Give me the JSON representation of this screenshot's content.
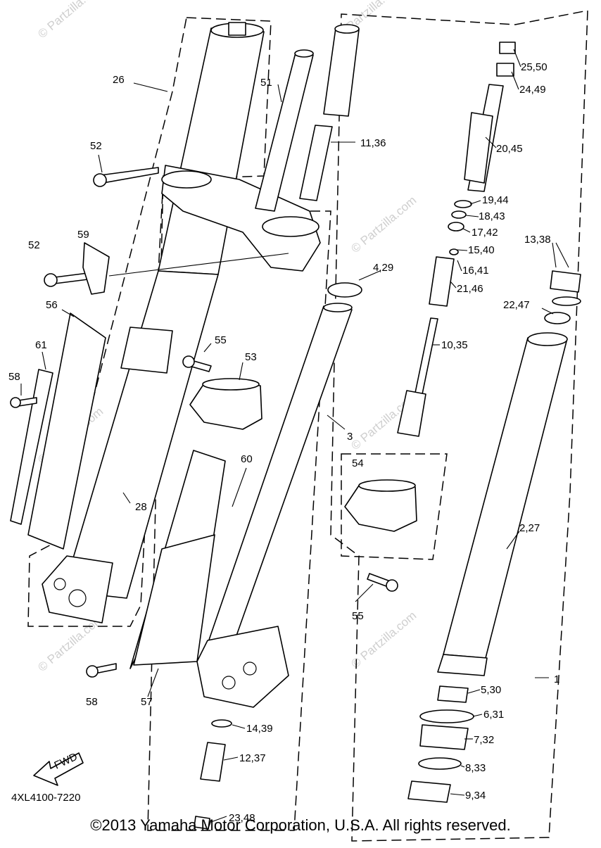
{
  "diagram_code": "4XL4100-7220",
  "fwd_label": "FWD",
  "copyright": "©2013 Yamaha Motor Corporation, U.S.A. All rights reserved.",
  "watermark": "© Partzilla.com",
  "callouts": [
    "26",
    "51",
    "11,36",
    "52",
    "52",
    "59",
    "56",
    "61",
    "58",
    "55",
    "53",
    "28",
    "60",
    "57",
    "58",
    "3",
    "25,50",
    "24,49",
    "20,45",
    "19,44",
    "18,43",
    "17,42",
    "15,40",
    "16,41",
    "21,46",
    "10,35",
    "4,29",
    "13,38",
    "22,47",
    "54",
    "55",
    "2,27",
    "1",
    "5,30",
    "6,31",
    "7,32",
    "8,33",
    "9,34",
    "14,39",
    "12,37",
    "23,48"
  ]
}
